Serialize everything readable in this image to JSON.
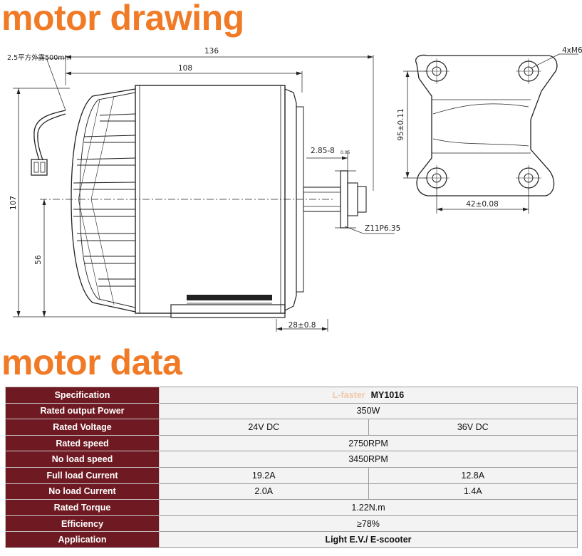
{
  "headings": {
    "drawing": "motor drawing",
    "data": "motor data"
  },
  "drawing": {
    "wire_label": "2.5平方外露500mm",
    "dim_overall_length": "136",
    "dim_body_length": "108",
    "dim_height": "107",
    "dim_center_height": "56",
    "dim_key": "2.85-8",
    "dim_key_tol": "0.05",
    "sprocket_label": "Z11P6.35",
    "dim_foot": "28±0.8",
    "bolt_label": "4xM6",
    "dim_mount_vertical": "95±0.11",
    "dim_mount_horizontal": "42±0.08"
  },
  "table": {
    "rows": [
      {
        "label": "Specification",
        "brand": "L-faster",
        "model": "MY1016"
      },
      {
        "label": "Rated output Power",
        "value": "350W"
      },
      {
        "label": "Rated Voltage",
        "v24": "24V DC",
        "v36": "36V DC"
      },
      {
        "label": "Rated speed",
        "value": "2750RPM"
      },
      {
        "label": "No load speed",
        "value": "3450RPM"
      },
      {
        "label": "Full load Current",
        "v24": "19.2A",
        "v36": "12.8A"
      },
      {
        "label": "No load Current",
        "v24": "2.0A",
        "v36": "1.4A"
      },
      {
        "label": "Rated Torque",
        "value": "1.22N.m"
      },
      {
        "label": "Efficiency",
        "value": "≥78%"
      },
      {
        "label": "Application",
        "value": "Light E.V./ E-scooter"
      }
    ]
  },
  "colors": {
    "heading": "#f07a26",
    "label_bg": "#6f1a22",
    "cell_bg": "#f3f3f3"
  }
}
